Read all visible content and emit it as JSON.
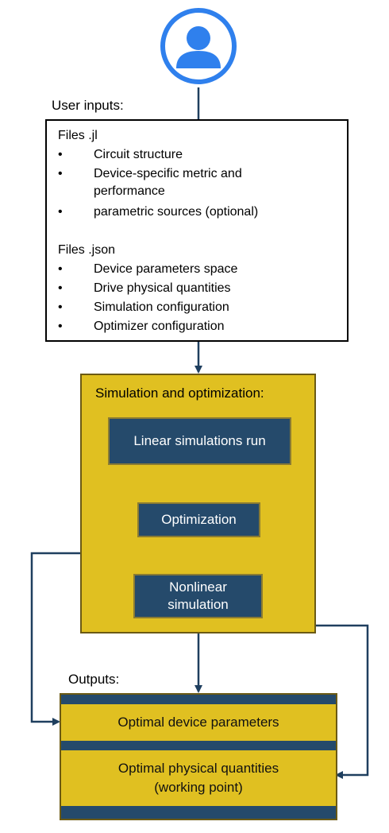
{
  "user_inputs_label": "User inputs:",
  "inputs": {
    "jl_title": "Files .jl",
    "jl_items": [
      "Circuit structure",
      "Device-specific metric and performance",
      "parametric sources (optional)"
    ],
    "json_title": "Files .json",
    "json_items": [
      "Device parameters space",
      "Drive physical quantities",
      "Simulation configuration",
      "Optimizer configuration"
    ],
    "bullet": "•"
  },
  "simulation": {
    "title": "Simulation and optimization:",
    "linear": "Linear simulations run",
    "optimization": "Optimization",
    "nonlinear": "Nonlinear simulation"
  },
  "outputs": {
    "title": "Outputs:",
    "device_parameters": "Optimal device parameters",
    "physical_quantities": "Optimal physical quantities (working point)"
  },
  "colors": {
    "icon_blue": "#2f80ed",
    "gold": "#e0c021",
    "navy": "#254a6b",
    "arrow": "#1f3f5f"
  }
}
